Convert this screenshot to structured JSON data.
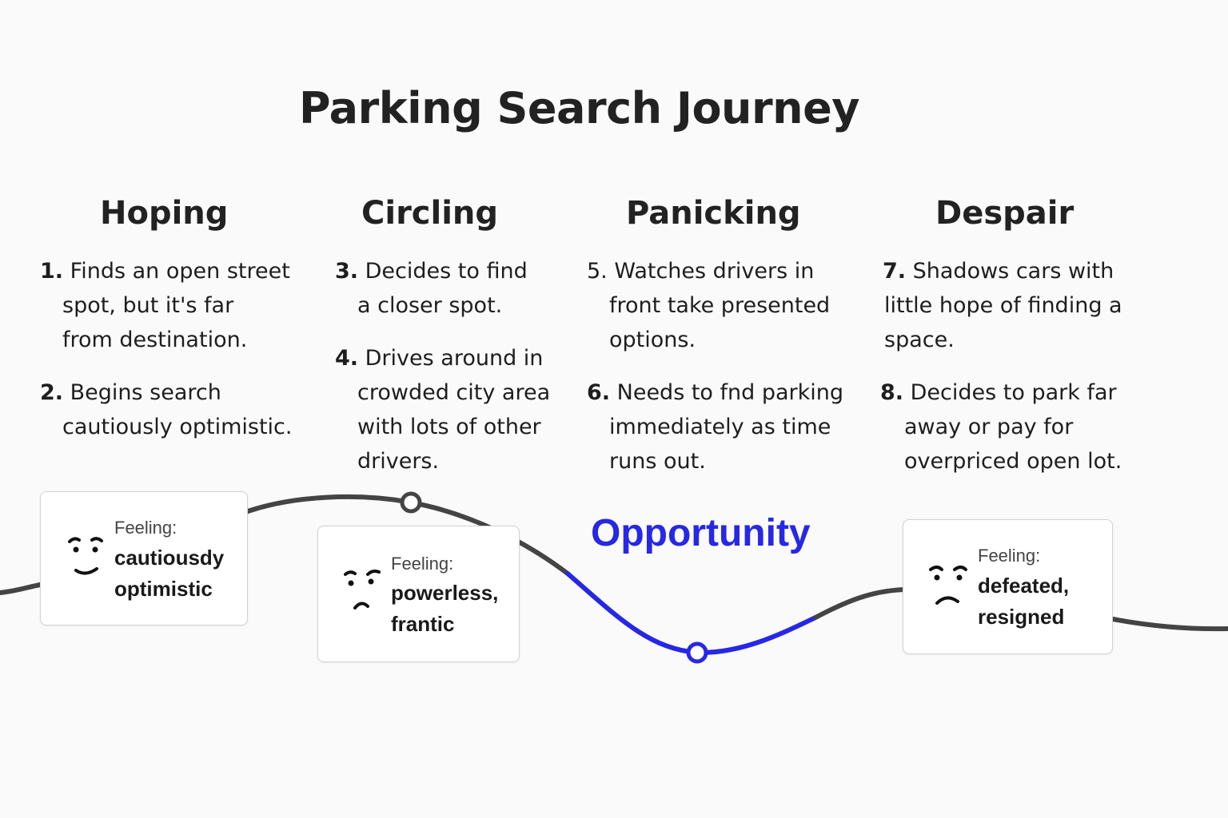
{
  "title": "Parking Search Journey",
  "colors": {
    "line": "#444444",
    "opportunity": "#2727e6",
    "text": "#1a1a1a"
  },
  "stages": [
    {
      "heading": "Hoping",
      "steps": [
        {
          "num": "1.",
          "lines": [
            "Finds an open street",
            "spot, but it's far",
            "from destination."
          ]
        },
        {
          "num": "2.",
          "lines": [
            "Begins search",
            "cautiously optimistic."
          ]
        }
      ],
      "feeling": {
        "label": "Feeling:",
        "lines": [
          "cautiousdy",
          "optimistic"
        ],
        "icon": "hopeful-face-icon"
      }
    },
    {
      "heading": "Circling",
      "steps": [
        {
          "num": "3.",
          "lines": [
            "Decides to find",
            "a closer spot."
          ]
        },
        {
          "num": "4.",
          "lines": [
            "Drives around in",
            "crowded city area",
            "with lots of other",
            "drivers."
          ]
        }
      ],
      "feeling": {
        "label": "Feeling:",
        "lines": [
          "powerless,",
          "frantic"
        ],
        "icon": "worried-face-icon"
      }
    },
    {
      "heading": "Panicking",
      "steps": [
        {
          "num": "5.",
          "lines": [
            "Watches drivers in",
            "front take presented",
            "options."
          ]
        },
        {
          "num": "6.",
          "lines": [
            "Needs to fnd parking",
            "immediately as time",
            "runs out."
          ]
        }
      ]
    },
    {
      "heading": "Despair",
      "steps": [
        {
          "num": "7.",
          "lines": [
            "Shadows cars with",
            "little hope of finding a",
            "space."
          ]
        },
        {
          "num": "8.",
          "lines": [
            "Decides to park far",
            "away or pay for",
            "overpriced open lot."
          ]
        }
      ],
      "feeling": {
        "label": "Feeling:",
        "lines": [
          "defeated,",
          "resigned"
        ],
        "icon": "sad-face-icon"
      }
    }
  ],
  "opportunity_label": "Opportunity"
}
